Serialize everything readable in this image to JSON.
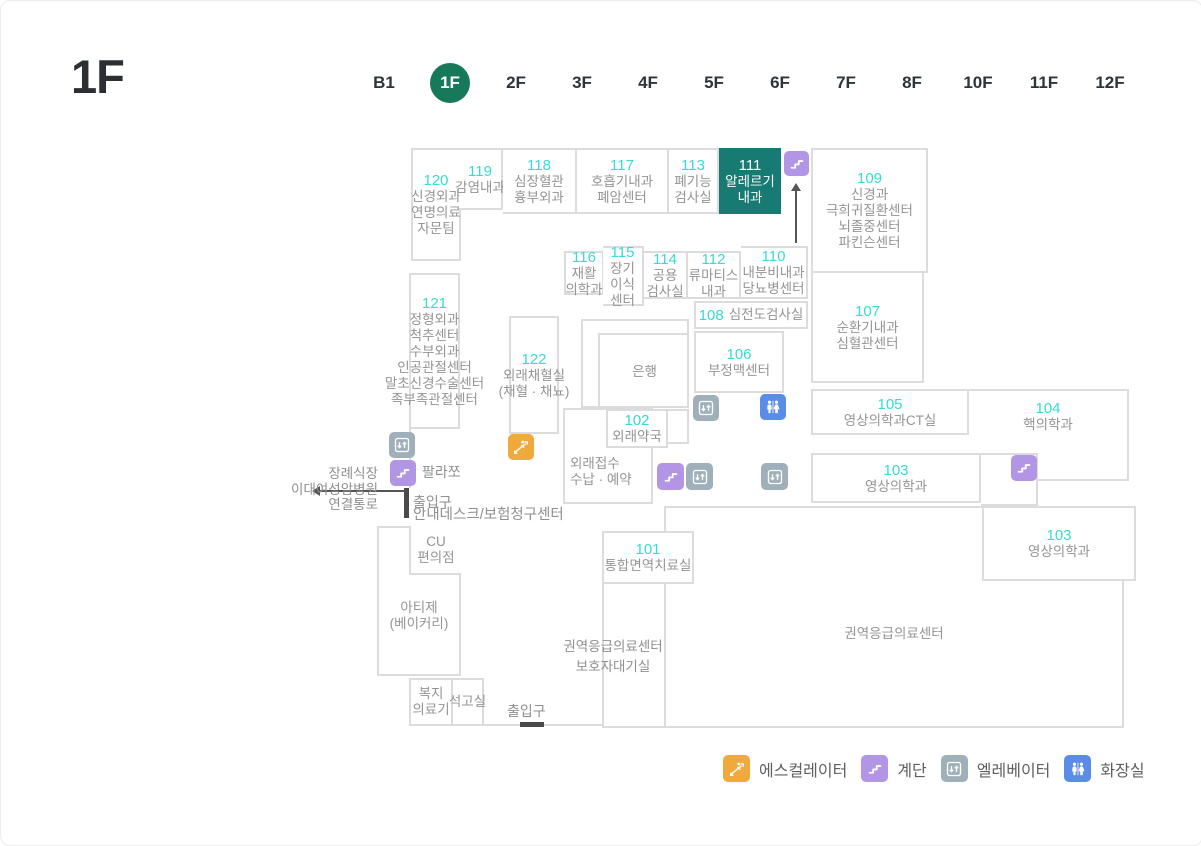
{
  "page": {
    "floor_title": "1F"
  },
  "tabs": [
    "B1",
    "1F",
    "2F",
    "3F",
    "4F",
    "5F",
    "6F",
    "7F",
    "8F",
    "10F",
    "11F",
    "12F"
  ],
  "active_tab": "1F",
  "rooms": {
    "r120": {
      "num": "120",
      "name": "신경외과\n연명의료\n자문팀"
    },
    "r119": {
      "num": "119",
      "name": "감염내과"
    },
    "r118": {
      "num": "118",
      "name": "심장혈관\n흉부외과"
    },
    "r117": {
      "num": "117",
      "name": "호흡기내과\n폐암센터"
    },
    "r113": {
      "num": "113",
      "name": "폐기능\n검사실"
    },
    "r111": {
      "num": "111",
      "name": "알레르기\n내과"
    },
    "r109": {
      "num": "109",
      "name": "신경과\n극희귀질환센터\n뇌졸중센터\n파킨슨센터"
    },
    "r107": {
      "num": "107",
      "name": "순환기내과\n심혈관센터"
    },
    "r121": {
      "num": "121",
      "name": "정형외과\n척추센터\n수부외과\n인공관절센터\n말초신경수술센터\n족부족관절센터"
    },
    "r116": {
      "num": "116",
      "name": "재활\n의학과"
    },
    "r115": {
      "num": "115",
      "name": "장기\n이식\n센터"
    },
    "r114": {
      "num": "114",
      "name": "공용\n검사실"
    },
    "r112": {
      "num": "112",
      "name": "류마티스\n내과"
    },
    "r110": {
      "num": "110",
      "name": "내분비내과\n당뇨병센터"
    },
    "r108": {
      "num": "108",
      "name": "심전도검사실"
    },
    "r106": {
      "num": "106",
      "name": "부정맥센터"
    },
    "r122": {
      "num": "122",
      "name": "외래채혈실\n(채혈 · 채뇨)"
    },
    "bank": {
      "name": "은행"
    },
    "r102": {
      "num": "102",
      "name": "외래약국"
    },
    "reception": {
      "name": "외래접수\n수납 · 예약"
    },
    "r105": {
      "num": "105",
      "name": "영상의학과CT실"
    },
    "r104": {
      "num": "104",
      "name": "핵의학과"
    },
    "r103a": {
      "num": "103",
      "name": "영상의학과"
    },
    "r103b": {
      "num": "103",
      "name": "영상의학과"
    },
    "r101": {
      "num": "101",
      "name": "통합면역치료실"
    },
    "er": {
      "name": "권역응급의료센터"
    },
    "er_wait": {
      "name": "권역응급의료센터\n보호자대기실"
    },
    "cu": {
      "name": "CU\n편의점"
    },
    "artije": {
      "name": "아티제\n(베이커리)"
    },
    "welfare": {
      "name": "복지\n의료기"
    },
    "cast": {
      "name": "석고실"
    }
  },
  "labels": {
    "palazzo": "팔라쪼",
    "entrance_west": "출입구",
    "entrance_south": "출입구",
    "info_desk": "안내데스크/보험청구센터",
    "funeral_link": "장례식장\n이대여성암병원\n연결통로"
  },
  "legend": {
    "escalator": "에스컬레이터",
    "stairs": "계단",
    "elevator": "엘레베이터",
    "toilet": "화장실"
  },
  "colors": {
    "active_tab_green": "#17795a",
    "highlight_room_teal": "#177b73",
    "room_number_cyan": "#35dcd2",
    "room_name_gray": "#949494",
    "wall_gray": "#dcdcdc",
    "escalator_orange": "#f0a93c",
    "stairs_purple": "#b295e4",
    "elevator_gray": "#9fb0ba",
    "toilet_blue": "#5b8ce8"
  }
}
